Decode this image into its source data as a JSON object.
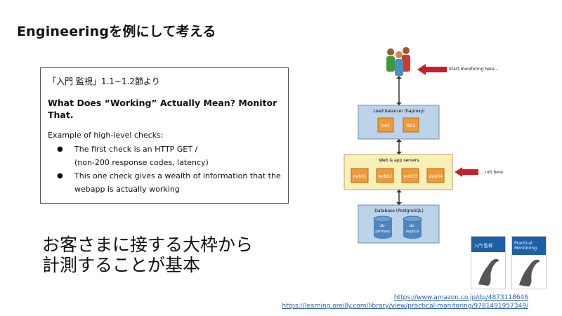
{
  "slide": {
    "title": "Engineeringを例にして考える"
  },
  "quote": {
    "source": "「入門 監視」1.1~1.2節より",
    "heading": "What Does “Working” Actually Mean? Monitor That.",
    "intro": "Example of high-level checks:",
    "items": [
      {
        "line1": "The first check is an HTTP GET /",
        "line2": "(non-200 response codes, latency)"
      },
      {
        "line1": "This one check gives a wealth of information that the",
        "line2": "webapp is actually working"
      }
    ]
  },
  "summary": {
    "line1": "お客さまに接する大枠から",
    "line2": "計測することが基本"
  },
  "diagram": {
    "load_balancer_title": "Load balancer (haproxy)",
    "lb_nodes": [
      "lb01",
      "lb02"
    ],
    "web_title": "Web & app servers",
    "web_nodes": [
      "web01",
      "web02",
      "web03",
      "web04"
    ],
    "db_title": "Database (PostgreSQL)",
    "db_nodes": [
      {
        "line1": "db-",
        "line2": "primary"
      },
      {
        "line1": "db-",
        "line2": "replica"
      }
    ],
    "start_note": "Start monitoring here...",
    "not_here_note": "...not here.",
    "colors": {
      "lb_fill": "#bcd3ea",
      "web_fill": "#f9f0b8",
      "db_fill": "#bcd3ea",
      "node_fill": "#ee9a3b",
      "db_node_fill": "#4f86c1",
      "arrow": "#c8202a"
    }
  },
  "books": {
    "book1_title": "入門 監視",
    "book2_title": "Practical Monitoring"
  },
  "links": [
    "https://www.amazon.co.jp/dp/4873118646",
    "https://learning.oreilly.com/library/view/practical-monitoring/9781491957349/"
  ]
}
